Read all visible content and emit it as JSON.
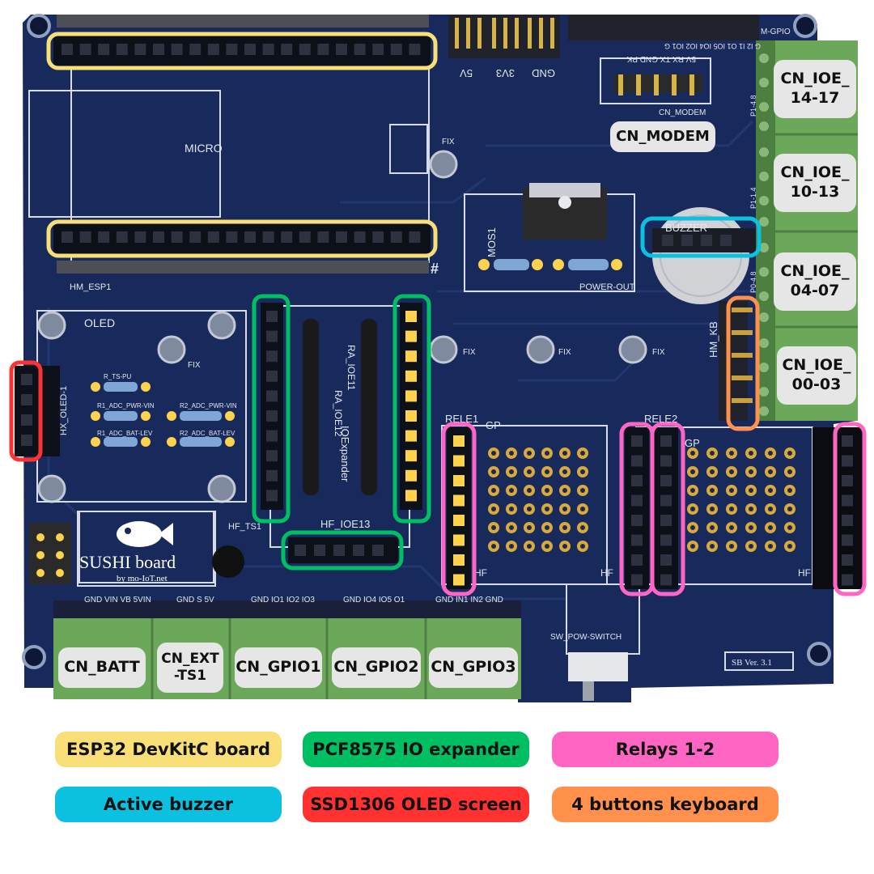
{
  "silkscreen": {
    "brand": "SUSHI board",
    "byline": "by mo-IoT.net",
    "version": "SB Ver. 3.1",
    "micro": "MICRO",
    "oled": "OLED",
    "mos": "MOS1",
    "power_out": "POWER-OUT",
    "buzzer": "BUZZER",
    "hm_esp": "HM_ESP1",
    "hx_oled": "HX_OLED-1",
    "hm_kb": "HM_KB",
    "rele1": "RELE1",
    "rele2": "RELE2",
    "gp": "GP",
    "hf": "HF",
    "hf_ioe13": "HF_IOE13",
    "hf_ts": "HF_TS1",
    "ioexpander": "IOExpander",
    "ra_ioe11": "RA_IOE11",
    "ra_ioe12": "RA_IOE12",
    "sw_pow": "SW_POW-SWITCH",
    "cn_modem": "CN_MODEM",
    "m_gpio": "M-GPIO",
    "fix": "FIX",
    "hash": "#",
    "r_ts_pu": "R_TS-PU",
    "r1_pwr": "R1_ADC_PWR-VIN",
    "r2_pwr": "R2_ADC_PWR-VIN",
    "r1_bat": "R1_ADC_BAT-LEV",
    "r2_bat": "R2_ADC_BAT-LEV",
    "p1_48": "P1-4.8",
    "p1_14": "P1-1.4",
    "p0_48": "P0-4.8",
    "pwr_5v": "5V",
    "pwr_3v3": "3V3",
    "pwr_gnd": "GND",
    "modem_pins": "5V  RX  TX  GND  PK",
    "gpio_pins": "G  I2  I1  O1  IO5  IO4  IO2  IO1  G",
    "batt_pins": "GND VIN  VB 5VIN",
    "ts_pins": "GND  S   5V",
    "gpio1_pins": "GND  IO1  IO2  IO3",
    "gpio2_pins": "GND  IO4  IO5   O1",
    "gpio3_pins": "GND IN1  IN2 GND"
  },
  "component_labels": {
    "cn_modem": "CN_MODEM",
    "cn_ioe_14_17_a": "CN_IOE_",
    "cn_ioe_14_17_b": "14-17",
    "cn_ioe_10_13_a": "CN_IOE_",
    "cn_ioe_10_13_b": "10-13",
    "cn_ioe_04_07_a": "CN_IOE_",
    "cn_ioe_04_07_b": "04-07",
    "cn_ioe_00_03_a": "CN_IOE_",
    "cn_ioe_00_03_b": "00-03",
    "cn_batt": "CN_BATT",
    "cn_ext_a": "CN_EXT",
    "cn_ext_b": "-TS1",
    "cn_gpio1": "CN_GPIO1",
    "cn_gpio2": "CN_GPIO2",
    "cn_gpio3": "CN_GPIO3"
  },
  "legend": [
    {
      "label": "ESP32 DevKitC board",
      "color": "#f9df77"
    },
    {
      "label": "PCF8575 IO expander",
      "color": "#00bf63"
    },
    {
      "label": "Relays 1-2",
      "color": "#ff66c4"
    },
    {
      "label": "Active buzzer",
      "color": "#0cc0df"
    },
    {
      "label": "SSD1306 OLED screen",
      "color": "#ff3131"
    },
    {
      "label": "4 buttons keyboard",
      "color": "#ff914d"
    }
  ]
}
